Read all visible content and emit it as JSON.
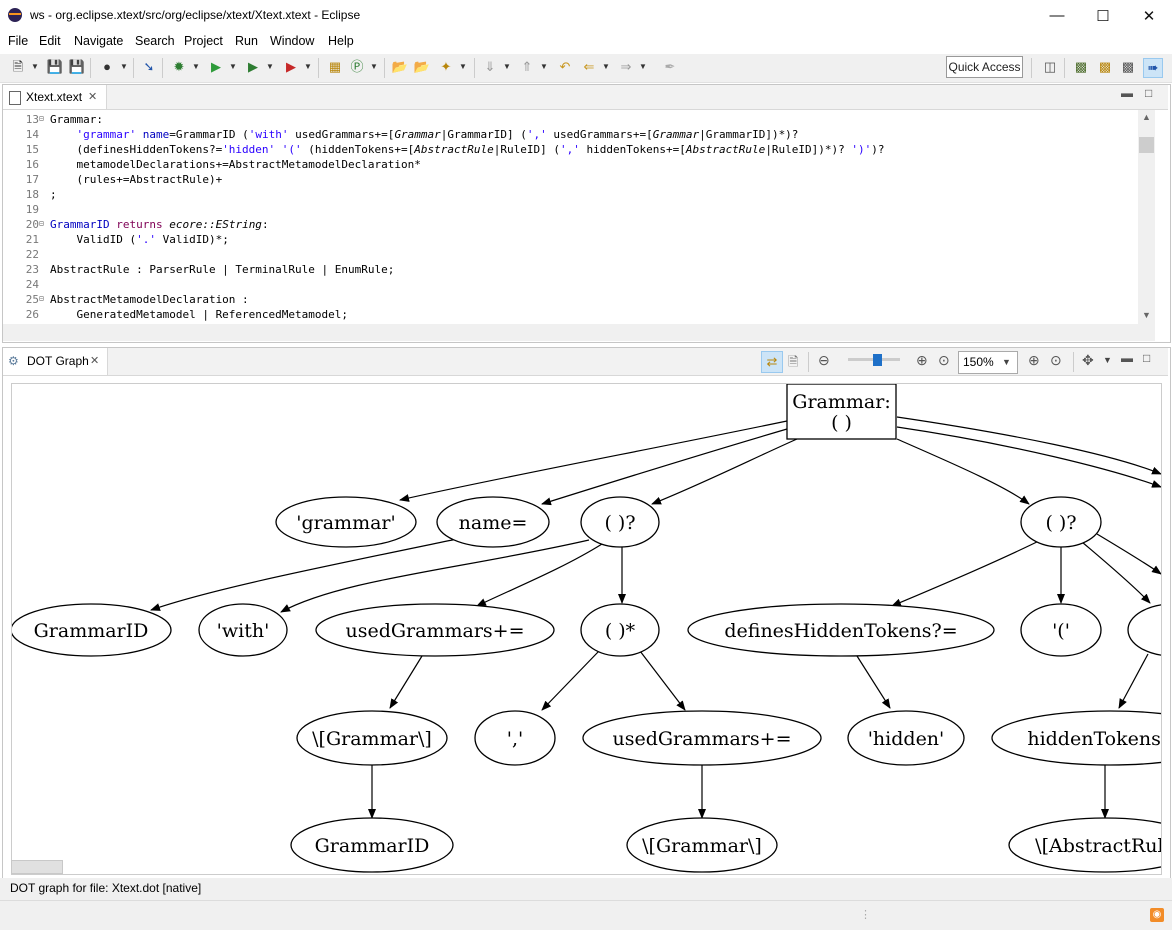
{
  "window": {
    "title": "ws - org.eclipse.xtext/src/org/eclipse/xtext/Xtext.xtext - Eclipse"
  },
  "menu": [
    "File",
    "Edit",
    "Navigate",
    "Search",
    "Project",
    "Run",
    "Window",
    "Help"
  ],
  "toolbar": {
    "quick_access": "Quick Access"
  },
  "editor": {
    "tab": "Xtext.xtext",
    "lines": [
      {
        "n": "13",
        "fold": true,
        "html": "Grammar:"
      },
      {
        "n": "14",
        "html": "    <span class='str'>'grammar'</span> <span class='bl'>name</span>=GrammarID (<span class='str'>'with'</span> usedGrammars+=[<span class='it'>Grammar</span>|GrammarID] (<span class='str'>','</span> usedGrammars+=[<span class='it'>Grammar</span>|GrammarID])*)?"
      },
      {
        "n": "15",
        "html": "    (definesHiddenTokens?=<span class='str'>'hidden'</span> <span class='str'>'('</span> (hiddenTokens+=[<span class='it'>AbstractRule</span>|RuleID] (<span class='str'>','</span> hiddenTokens+=[<span class='it'>AbstractRule</span>|RuleID])*)? <span class='str'>')'</span>)?"
      },
      {
        "n": "16",
        "html": "    metamodelDeclarations+=AbstractMetamodelDeclaration*"
      },
      {
        "n": "17",
        "html": "    (rules+=AbstractRule)+"
      },
      {
        "n": "18",
        "html": ";"
      },
      {
        "n": "19",
        "html": ""
      },
      {
        "n": "20",
        "fold": true,
        "html": "<span class='bl'>GrammarID</span> <span class='kw'>returns</span> <span class='it'>ecore::EString</span>:"
      },
      {
        "n": "21",
        "html": "    ValidID (<span class='str'>'.'</span> ValidID)*;"
      },
      {
        "n": "22",
        "html": ""
      },
      {
        "n": "23",
        "html": "AbstractRule : ParserRule | TerminalRule | EnumRule;"
      },
      {
        "n": "24",
        "html": ""
      },
      {
        "n": "25",
        "fold": true,
        "html": "AbstractMetamodelDeclaration :"
      },
      {
        "n": "26",
        "html": "    GeneratedMetamodel | ReferencedMetamodel;"
      }
    ]
  },
  "dot_view": {
    "tab": "DOT Graph",
    "zoom": "150%"
  },
  "graph": {
    "nodes": [
      {
        "id": "root",
        "label": "Grammar:\n( )"
      },
      {
        "id": "n1",
        "label": "'grammar'"
      },
      {
        "id": "n2",
        "label": "name="
      },
      {
        "id": "n3",
        "label": "( )?"
      },
      {
        "id": "n4",
        "label": "( )?"
      },
      {
        "id": "n5",
        "label": "GrammarID"
      },
      {
        "id": "n6",
        "label": "'with'"
      },
      {
        "id": "n7",
        "label": "usedGrammars+="
      },
      {
        "id": "n8",
        "label": "( )*"
      },
      {
        "id": "n9",
        "label": "definesHiddenTokens?="
      },
      {
        "id": "n10",
        "label": "'('"
      },
      {
        "id": "n11",
        "label": "("
      },
      {
        "id": "n12",
        "label": "\\[Grammar\\]"
      },
      {
        "id": "n13",
        "label": "','"
      },
      {
        "id": "n14",
        "label": "usedGrammars+="
      },
      {
        "id": "n15",
        "label": "'hidden'"
      },
      {
        "id": "n16",
        "label": "hiddenTokens+="
      },
      {
        "id": "n17",
        "label": "GrammarID"
      },
      {
        "id": "n18",
        "label": "\\[Grammar\\]"
      },
      {
        "id": "n19",
        "label": "\\[AbstractRule"
      }
    ]
  },
  "status": {
    "text": "DOT graph for file: Xtext.dot [native]"
  }
}
